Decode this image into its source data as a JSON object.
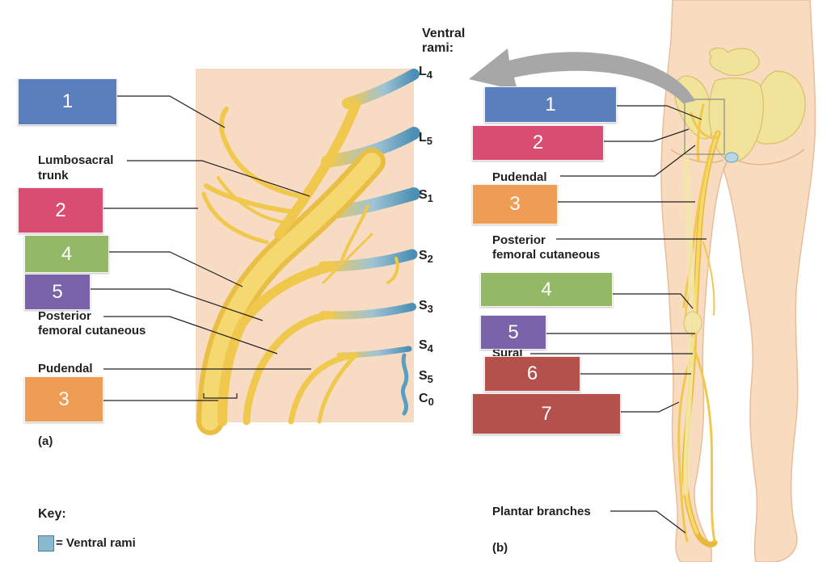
{
  "panel_a": {
    "roots_title_line1": "Ventral",
    "roots_title_line2": "rami:",
    "roots": [
      {
        "letter": "L",
        "num": "4"
      },
      {
        "letter": "L",
        "num": "5"
      },
      {
        "letter": "S",
        "num": "1"
      },
      {
        "letter": "S",
        "num": "2"
      },
      {
        "letter": "S",
        "num": "3"
      },
      {
        "letter": "S",
        "num": "4"
      },
      {
        "letter": "S",
        "num": "5"
      },
      {
        "letter": "C",
        "num": "0"
      }
    ],
    "labels": {
      "lumbosacral_1": "Lumbosacral",
      "lumbosacral_2": "trunk",
      "post_fem_1": "Posterior",
      "post_fem_2": "femoral cutaneous",
      "pudendal": "Pudendal"
    },
    "boxes": [
      "1",
      "2",
      "4",
      "5",
      "3"
    ],
    "caption": "(a)"
  },
  "panel_b": {
    "labels": {
      "pudendal": "Pudendal",
      "post_fem_1": "Posterior",
      "post_fem_2": "femoral cutaneous",
      "sural": "Sural",
      "plantar": "Plantar branches"
    },
    "boxes": [
      "1",
      "2",
      "3",
      "4",
      "5",
      "6",
      "7"
    ],
    "caption": "(b)"
  },
  "key": {
    "title": "Key:",
    "item": "= Ventral rami"
  },
  "colors": {
    "blue_box": "#5b7fbd",
    "pink_box": "#d94d72",
    "orange_box": "#ef9c54",
    "green_box": "#93b966",
    "purple_box": "#7a63a8",
    "red_box": "#b5514d",
    "nerve": "#f2cd55",
    "ventral_rami": "#5a9ec1",
    "panel_bg": "#f7dcc3"
  }
}
